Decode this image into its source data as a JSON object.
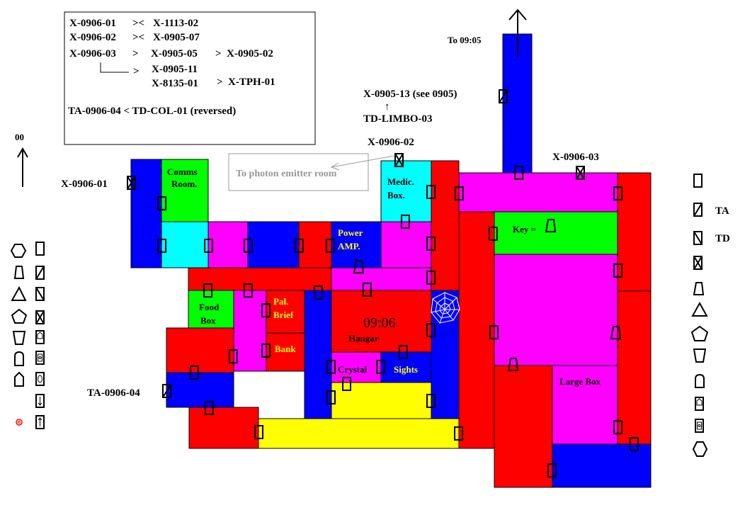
{
  "legend_box": {
    "lines": [
      "X-0906-01",
      "X-1113-02",
      "X-0906-02",
      "X-0905-07",
      "X-0906-03",
      "X-0905-05",
      "X-0905-02",
      "X-0905-11",
      "X-8135-01",
      "X-TPH-01",
      "TA-0906-04 < TD-COL-01 (reversed)"
    ],
    "sym_swap": "><",
    "sym_gt": ">"
  },
  "labels": {
    "to_0905": "To 09:05",
    "x090513": "X-0905-13 (see 0905)",
    "arrow_up_small": "↑",
    "td_limbo": "TD-LIMBO-03",
    "x090602": "X-0906-02",
    "x090603": "X-0906-03",
    "x090601": "X-0906-01",
    "ta090604": "TA-0906-04",
    "north": "00",
    "photon_note": "To photon emitter room",
    "ta": "TA",
    "td": "TD"
  },
  "rooms": {
    "comms": [
      "Comms",
      "Room."
    ],
    "medic": [
      "Medic.",
      "Box."
    ],
    "power": [
      "Power",
      "AMP."
    ],
    "key": "Key =",
    "food": [
      "Food",
      "Box"
    ],
    "pal": [
      "Pal.",
      "Brief"
    ],
    "bank": "Bank",
    "hangar_time": "09:06",
    "hangar": "Hangar",
    "crystal": "Crystal",
    "sights": "Sights",
    "large_box": "Large Box"
  },
  "colors": {
    "blue": "#0000ff",
    "red": "#ff0000",
    "green": "#00ff00",
    "cyan": "#00ffff",
    "magenta": "#ff00ff",
    "yellow": "#ffff00",
    "label_yellow": "#ffff00",
    "label_white": "#ffffff"
  }
}
